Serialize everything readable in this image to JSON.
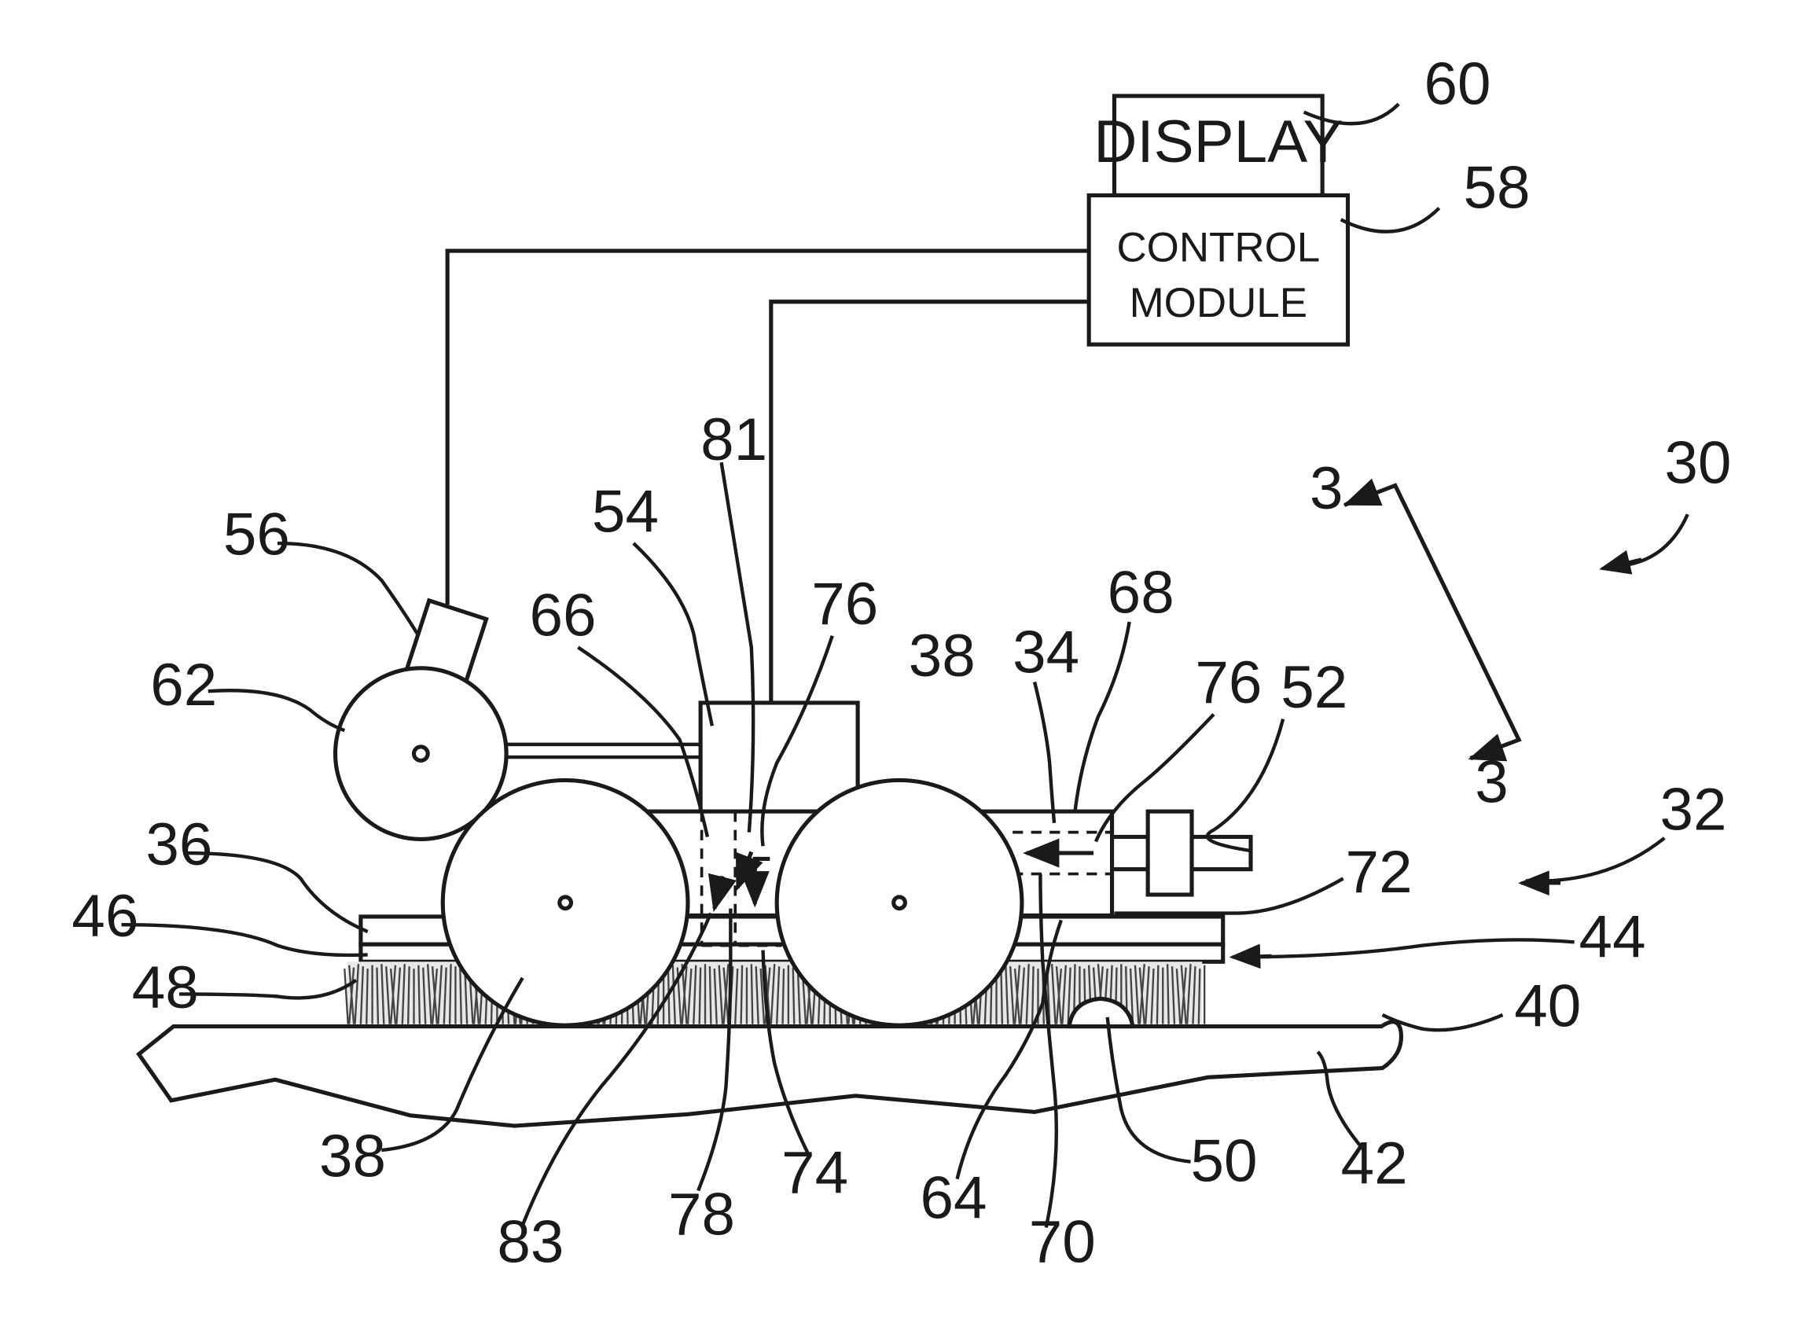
{
  "boxes": {
    "display": "DISPLAY",
    "control_line1": "CONTROL",
    "control_line2": "MODULE"
  },
  "refs": {
    "r30": "30",
    "r32": "32",
    "r34": "34",
    "r36": "36",
    "r38a": "38",
    "r38b": "38",
    "r40": "40",
    "r42": "42",
    "r44": "44",
    "r46": "46",
    "r48": "48",
    "r50": "50",
    "r52": "52",
    "r54": "54",
    "r56": "56",
    "r58": "58",
    "r60": "60",
    "r62": "62",
    "r64": "64",
    "r66": "66",
    "r68": "68",
    "r70": "70",
    "r72": "72",
    "r74": "74",
    "r76a": "76",
    "r76b": "76",
    "r78": "78",
    "r81": "81",
    "r83": "83",
    "section_top": "3",
    "section_bottom": "3"
  }
}
